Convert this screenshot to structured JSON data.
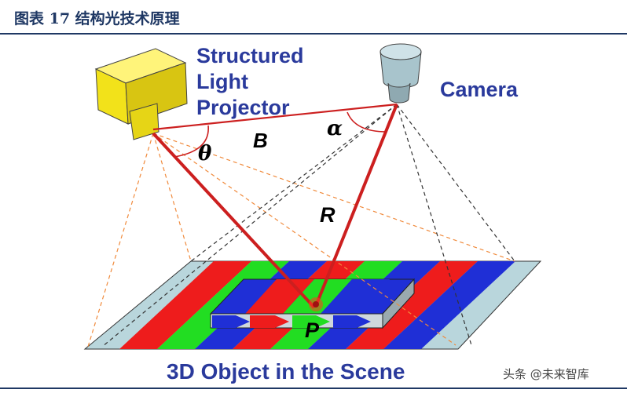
{
  "header": {
    "caption": "图表 17 结构光技术原理"
  },
  "diagram": {
    "projector_label_lines": [
      "Structured",
      "Light",
      "Projector"
    ],
    "camera_label": "Camera",
    "baseline_label": "B",
    "angle_theta": "θ",
    "angle_alpha": "α",
    "range_label": "R",
    "point_label": "P",
    "scene_label": "3D Object in the Scene",
    "colors": {
      "ray": "#cc1f1f",
      "stripe_red": "#ee1c1c",
      "stripe_green": "#22dd22",
      "stripe_blue": "#1f2fd6",
      "plane_edge": "#b9d6dc",
      "projector_body": "#f2e21a",
      "camera_body": "#a8c4cc",
      "label_blue": "#2a3a9c"
    }
  },
  "watermark": {
    "text": "头条 @未来智库"
  }
}
